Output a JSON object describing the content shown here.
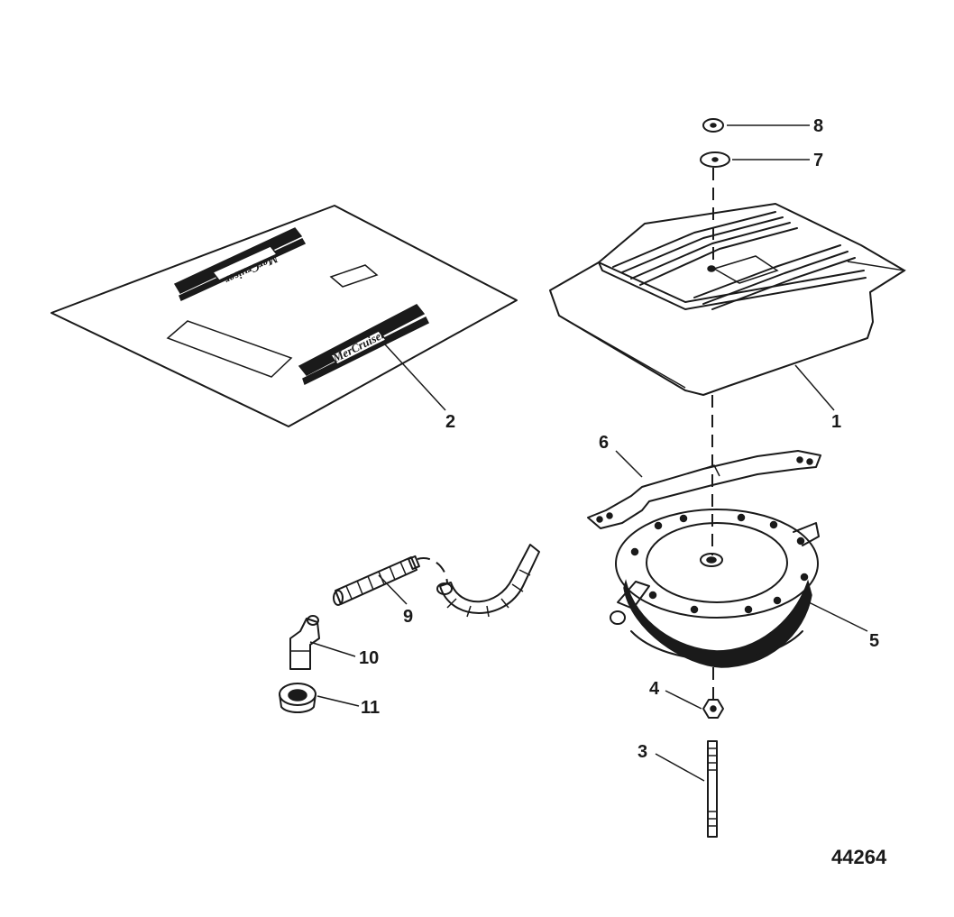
{
  "callouts": [
    {
      "id": "1",
      "text": "1"
    },
    {
      "id": "2",
      "text": "2"
    },
    {
      "id": "3",
      "text": "3"
    },
    {
      "id": "4",
      "text": "4"
    },
    {
      "id": "5",
      "text": "5"
    },
    {
      "id": "6",
      "text": "6"
    },
    {
      "id": "7",
      "text": "7"
    },
    {
      "id": "8",
      "text": "8"
    },
    {
      "id": "9",
      "text": "9"
    },
    {
      "id": "10",
      "text": "10"
    },
    {
      "id": "11",
      "text": "11"
    }
  ],
  "figure_number": "44264",
  "decals": {
    "brand_top": "MerCruiser",
    "brand_bottom": "MerCruiser"
  }
}
